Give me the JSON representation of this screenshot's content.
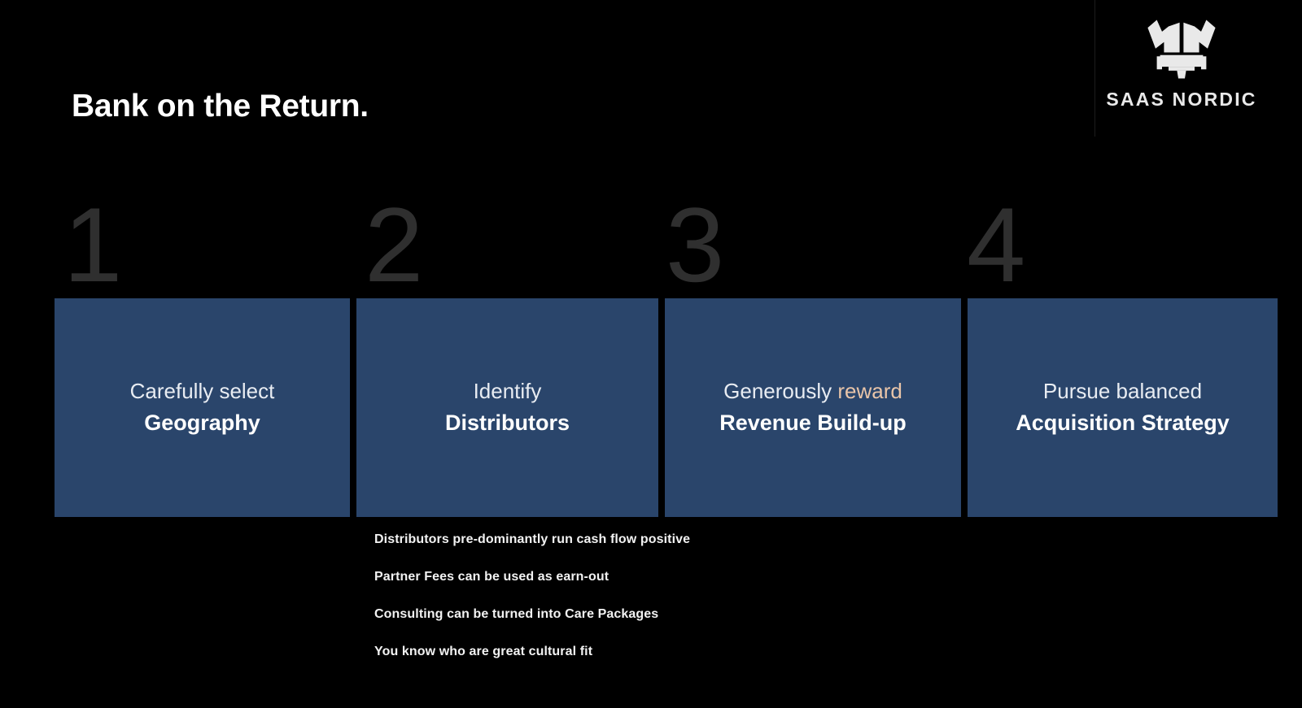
{
  "slide": {
    "title": "Bank on the Return.",
    "background_color": "#000000",
    "card_color": "#2a456b",
    "number_color": "#2f2f2f",
    "accent_color": "#e9c5a9"
  },
  "brand": {
    "name": "SAAS NORDIC",
    "mark": "viking-helmet-icon"
  },
  "steps": [
    {
      "number": "1",
      "line1": "Carefully select",
      "line1_accent": "",
      "line2": "Geography"
    },
    {
      "number": "2",
      "line1": "Identify",
      "line1_accent": "",
      "line2": "Distributors"
    },
    {
      "number": "3",
      "line1": "Generously ",
      "line1_accent": "reward",
      "line2": "Revenue Build-up"
    },
    {
      "number": "4",
      "line1": "Pursue balanced",
      "line1_accent": "",
      "line2": "Acquisition Strategy"
    }
  ],
  "notes": [
    "Distributors pre-dominantly run cash flow positive",
    "Partner Fees can be used as earn-out",
    "Consulting can be turned into Care Packages",
    "You know who are great cultural fit"
  ]
}
